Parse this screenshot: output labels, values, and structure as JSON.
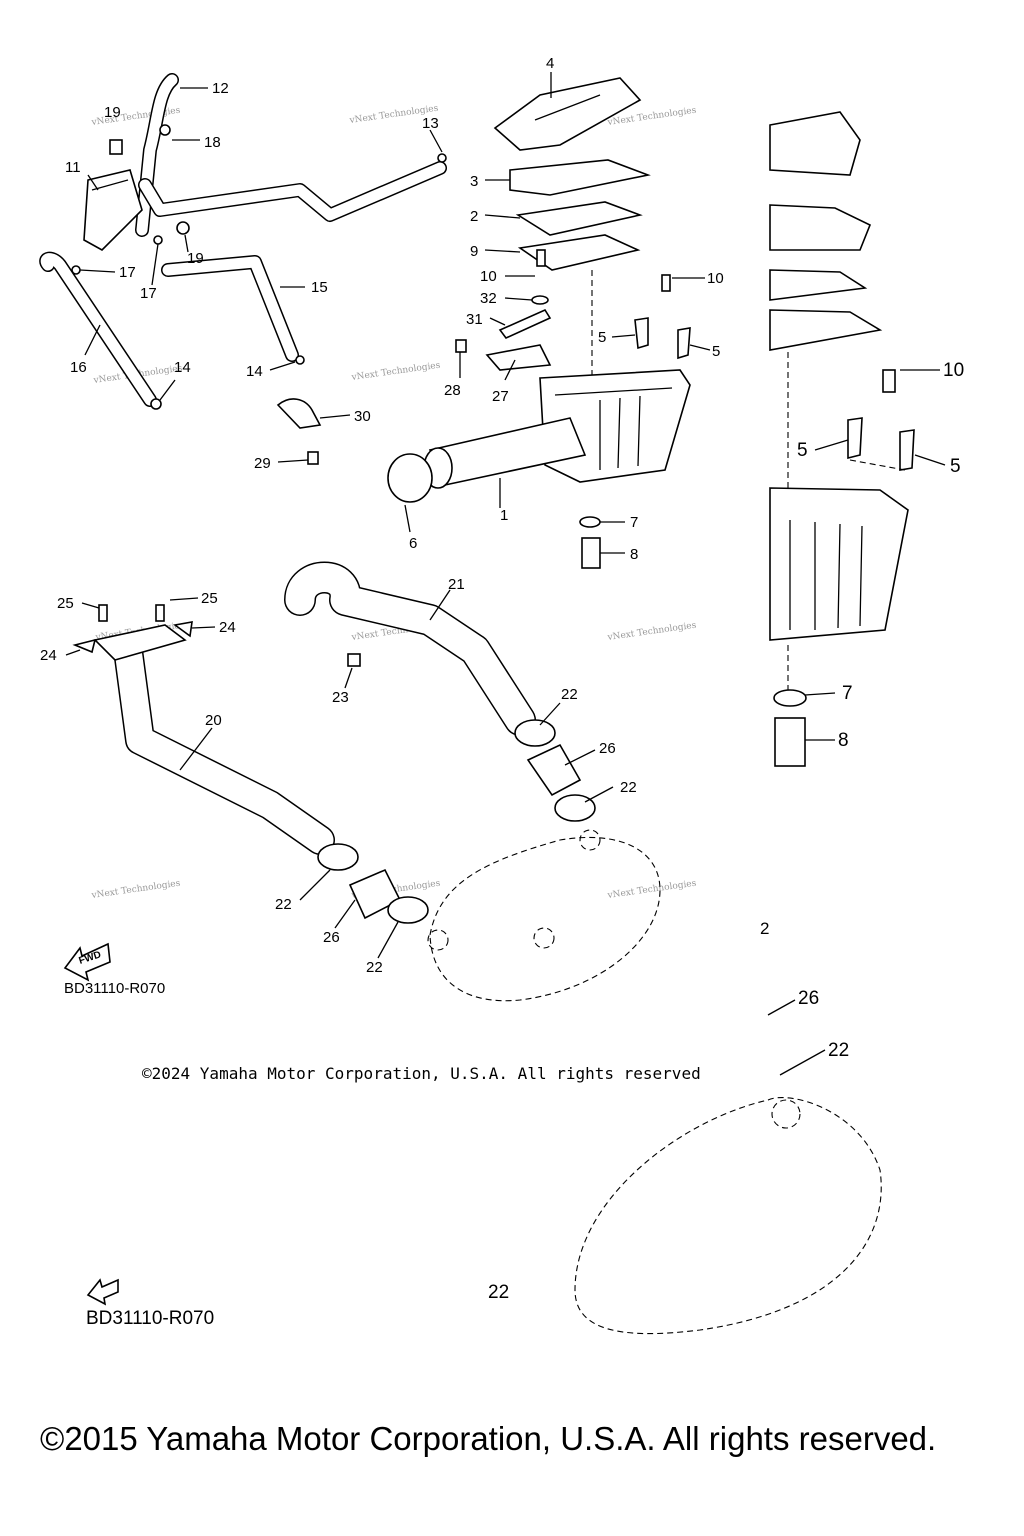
{
  "diagram": {
    "part_labels": [
      {
        "id": "p4",
        "text": "4"
      },
      {
        "id": "p12",
        "text": "12"
      },
      {
        "id": "p19a",
        "text": "19"
      },
      {
        "id": "p18",
        "text": "18"
      },
      {
        "id": "p13",
        "text": "13"
      },
      {
        "id": "p11",
        "text": "11"
      },
      {
        "id": "p3",
        "text": "3"
      },
      {
        "id": "p2",
        "text": "2"
      },
      {
        "id": "p9",
        "text": "9"
      },
      {
        "id": "p19b",
        "text": "19"
      },
      {
        "id": "p17a",
        "text": "17"
      },
      {
        "id": "p17b",
        "text": "17"
      },
      {
        "id": "p10a",
        "text": "10"
      },
      {
        "id": "p10b",
        "text": "10"
      },
      {
        "id": "p15",
        "text": "15"
      },
      {
        "id": "p32",
        "text": "32"
      },
      {
        "id": "p31",
        "text": "31"
      },
      {
        "id": "p5a",
        "text": "5"
      },
      {
        "id": "p5b",
        "text": "5"
      },
      {
        "id": "p16",
        "text": "16"
      },
      {
        "id": "p14a",
        "text": "14"
      },
      {
        "id": "p14b",
        "text": "14"
      },
      {
        "id": "p28",
        "text": "28"
      },
      {
        "id": "p27",
        "text": "27"
      },
      {
        "id": "p30",
        "text": "30"
      },
      {
        "id": "p29",
        "text": "29"
      },
      {
        "id": "p1",
        "text": "1"
      },
      {
        "id": "p7a",
        "text": "7"
      },
      {
        "id": "p6",
        "text": "6"
      },
      {
        "id": "p8a",
        "text": "8"
      },
      {
        "id": "p21",
        "text": "21"
      },
      {
        "id": "p25a",
        "text": "25"
      },
      {
        "id": "p25b",
        "text": "25"
      },
      {
        "id": "p24a",
        "text": "24"
      },
      {
        "id": "p24b",
        "text": "24"
      },
      {
        "id": "p23",
        "text": "23"
      },
      {
        "id": "p22a",
        "text": "22"
      },
      {
        "id": "p20",
        "text": "20"
      },
      {
        "id": "p26a",
        "text": "26"
      },
      {
        "id": "p22b",
        "text": "22"
      },
      {
        "id": "p22c",
        "text": "22"
      },
      {
        "id": "p26b",
        "text": "26"
      },
      {
        "id": "p22d",
        "text": "22"
      }
    ],
    "enlarged_labels": [
      {
        "id": "e10",
        "text": "10"
      },
      {
        "id": "e5a",
        "text": "5"
      },
      {
        "id": "e5b",
        "text": "5"
      },
      {
        "id": "e7",
        "text": "7"
      },
      {
        "id": "e8",
        "text": "8"
      },
      {
        "id": "e2",
        "text": "2"
      },
      {
        "id": "e26",
        "text": "26"
      },
      {
        "id": "e22a",
        "text": "22"
      },
      {
        "id": "e22b",
        "text": "22"
      }
    ],
    "watermark_text": "vNext Technologies",
    "fwd_label": "FWD",
    "diagram_code_small": "BD31110-R070",
    "diagram_code_large": "BD31110-R070",
    "copyright_small": "©2024 Yamaha Motor Corporation, U.S.A. All rights reserved",
    "copyright_large": "©2015 Yamaha Motor Corporation, U.S.A. All rights reserved."
  }
}
